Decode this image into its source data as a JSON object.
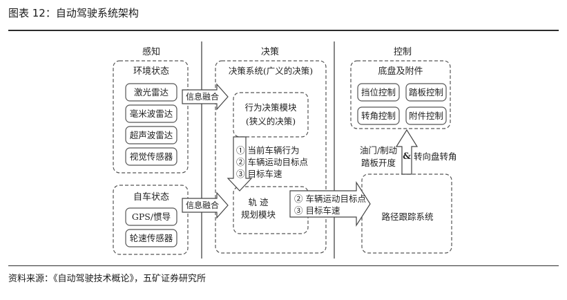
{
  "figure_title": "图表 12：自动驾驶系统架构",
  "source": "资料来源：《自动驾驶技术概论》，五矿证券研究所",
  "sections": {
    "perception": "感知",
    "decision": "决策",
    "control": "控制"
  },
  "perception": {
    "environment_label": "环境状态",
    "environment_sensors": [
      "激光雷达",
      "毫米波雷达",
      "超声波雷达",
      "视觉传感器"
    ],
    "vehicle_label": "自车状态",
    "vehicle_sensors": [
      "GPS/惯导",
      "轮速传感器"
    ],
    "fusion_label_1": "信息融合",
    "fusion_label_2": "信息融合"
  },
  "decision": {
    "system_label": "决策系统(广义的决策)",
    "behavior_module": [
      "行为决策模块",
      "(狭义的决策)"
    ],
    "outputs": [
      "① 当前车辆行为",
      "② 车辆运动目标点",
      "③ 目标车速"
    ],
    "planning_module": [
      "轨 迹",
      "规划模块"
    ],
    "planning_outputs": [
      "② 车辆运动目标点",
      "③ 目标车速"
    ]
  },
  "control": {
    "chassis_label": "底盘及附件",
    "chassis_items": [
      "挡位控制",
      "踏板控制",
      "转角控制",
      "附件控制"
    ],
    "feedback_left": [
      "油门/制动",
      "踏板开度"
    ],
    "feedback_amp": "&",
    "feedback_right": "转向盘转角",
    "tracking_system": "路径跟踪系统"
  }
}
